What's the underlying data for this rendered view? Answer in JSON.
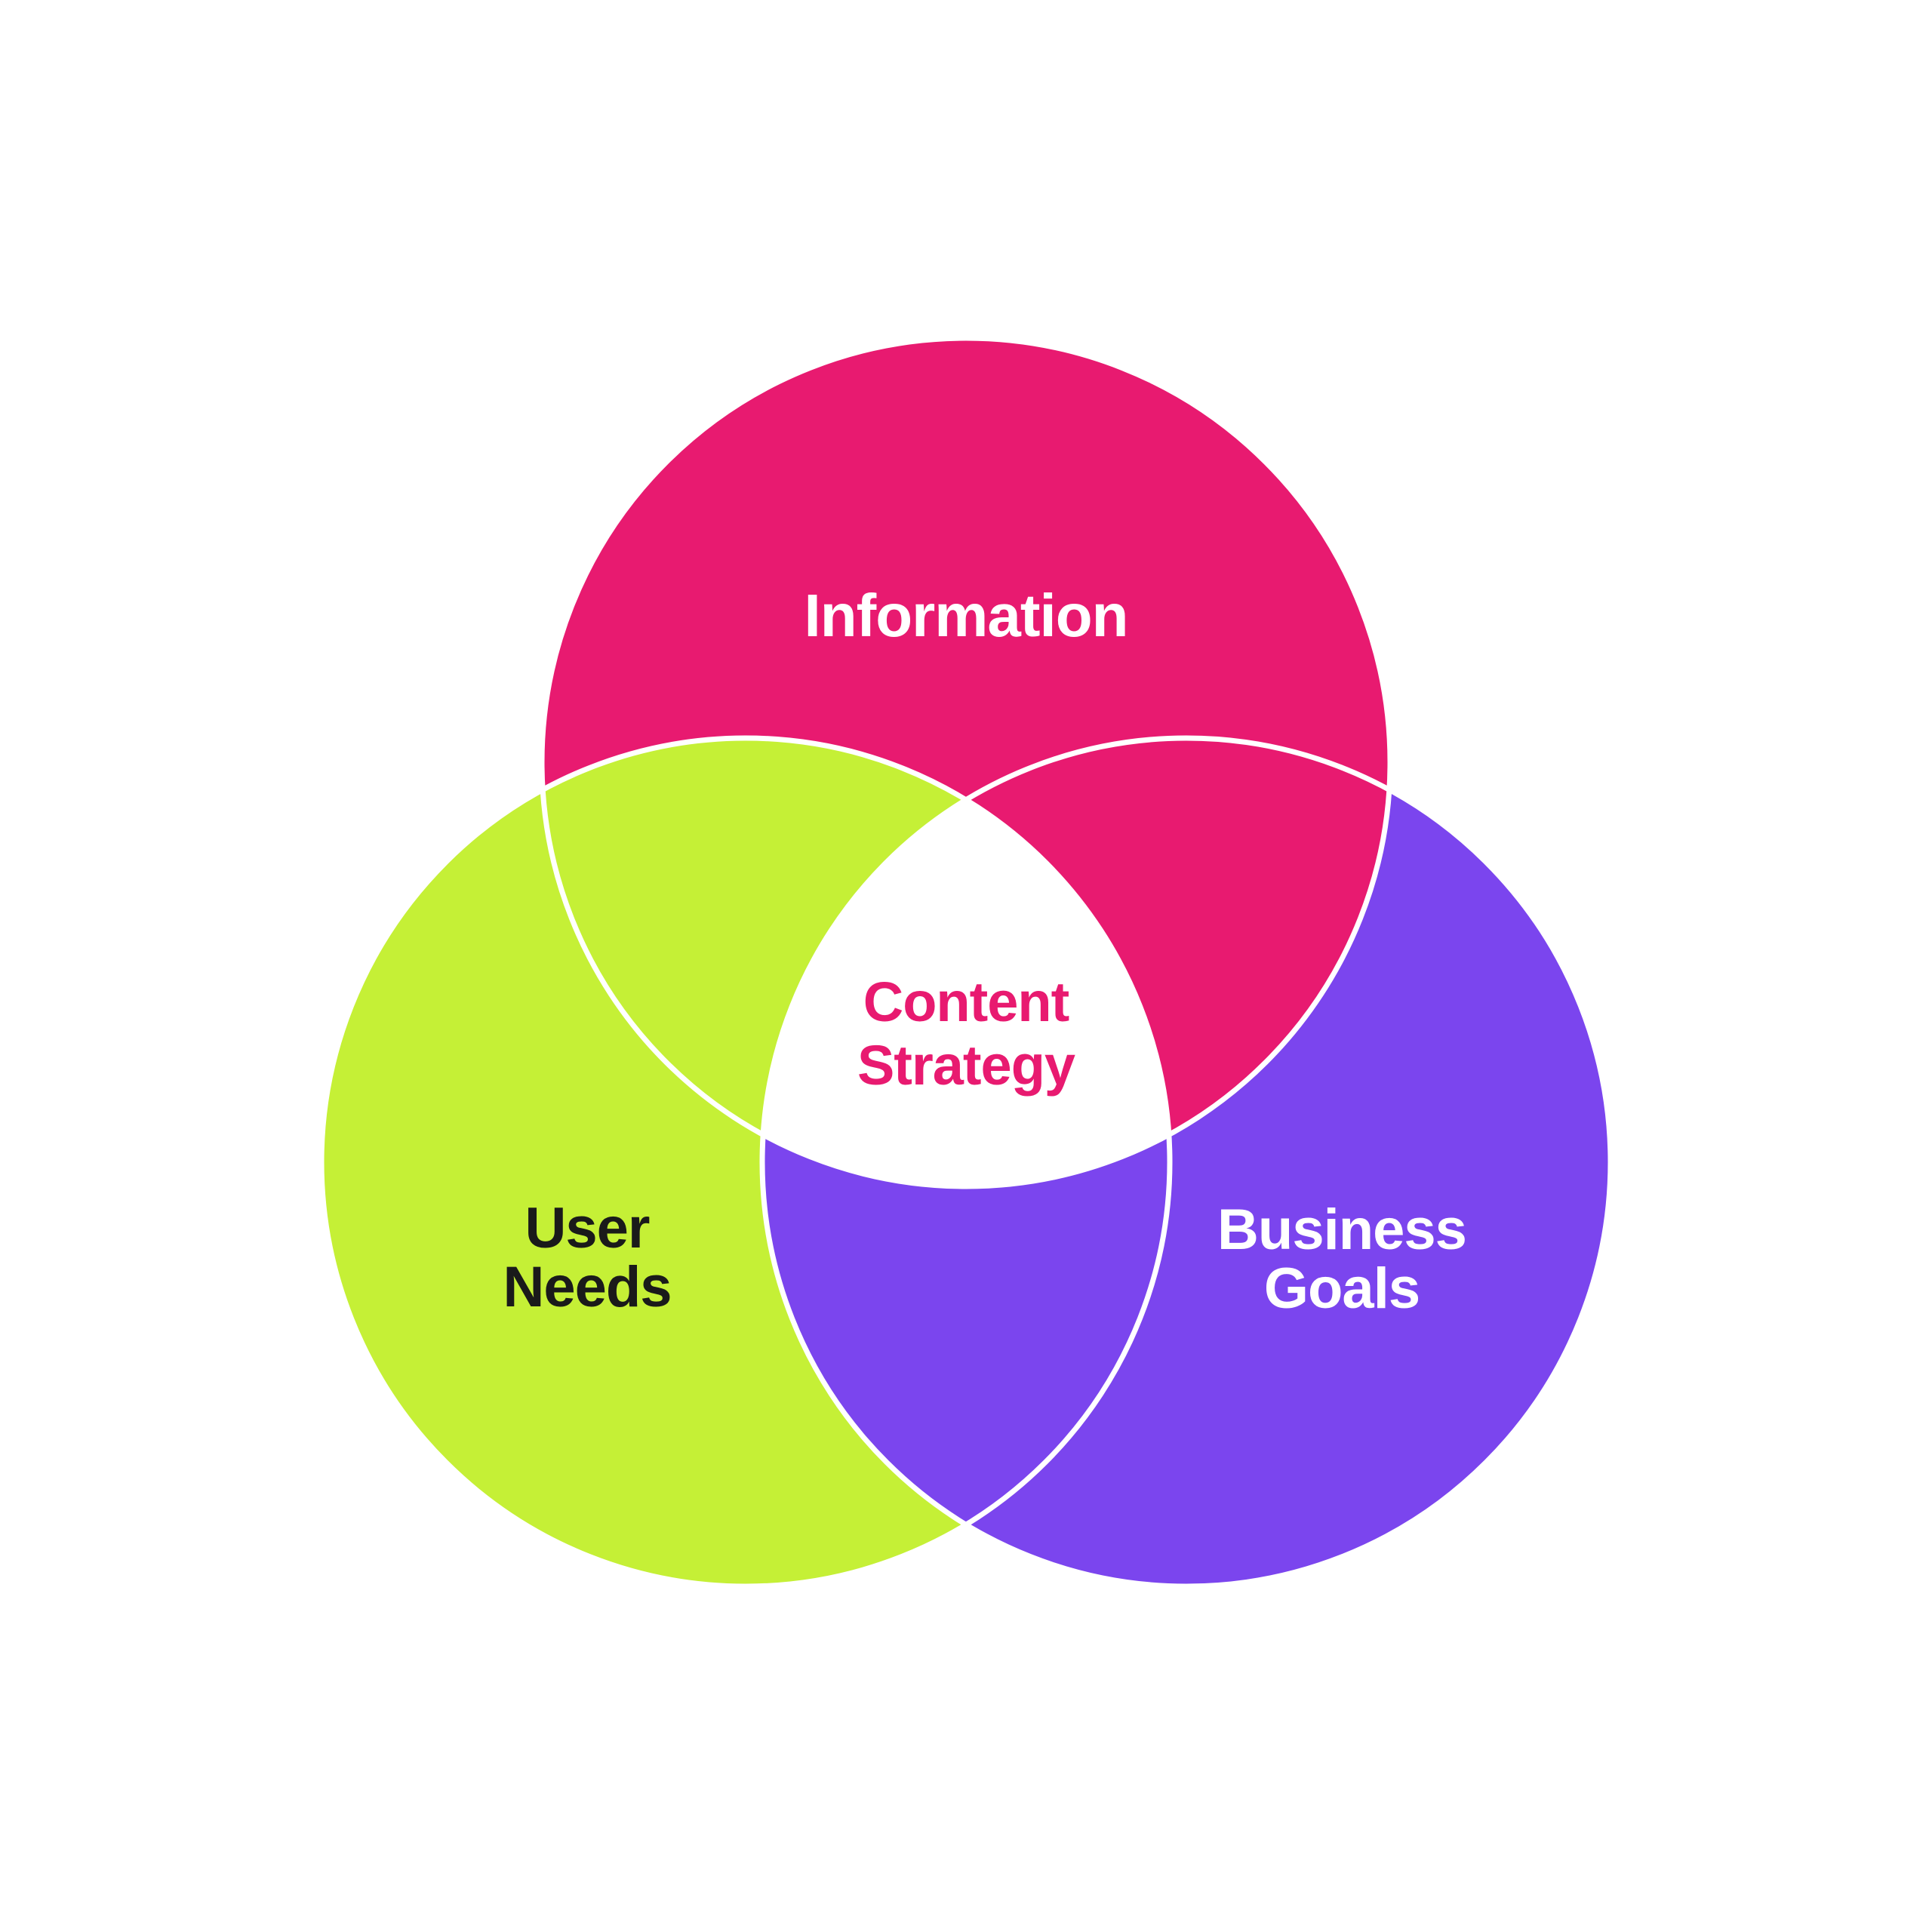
{
  "colors": {
    "background": "#FFFFFF",
    "pink": "#E81A70",
    "green": "#C5F036",
    "purple": "#7B45EE",
    "center_bg": "#FFFFFF",
    "stroke": "#FFFFFF",
    "light_text": "#FFFFFF",
    "dark_text": "#1A1A1A"
  },
  "diagram": {
    "type": "venn",
    "sets": [
      {
        "id": "information",
        "label": "Information",
        "color_key": "pink",
        "lines": [
          "Information"
        ]
      },
      {
        "id": "user-needs",
        "label": "User Needs",
        "color_key": "green",
        "lines": [
          "User",
          "Needs"
        ]
      },
      {
        "id": "business-goals",
        "label": "Business Goals",
        "color_key": "purple",
        "lines": [
          "Business",
          "Goals"
        ]
      }
    ],
    "intersection": {
      "id": "content-strategy",
      "label": "Content Strategy",
      "text_color_key": "pink",
      "background_key": "center_bg",
      "lines": [
        "Content",
        "Strategy"
      ]
    }
  }
}
